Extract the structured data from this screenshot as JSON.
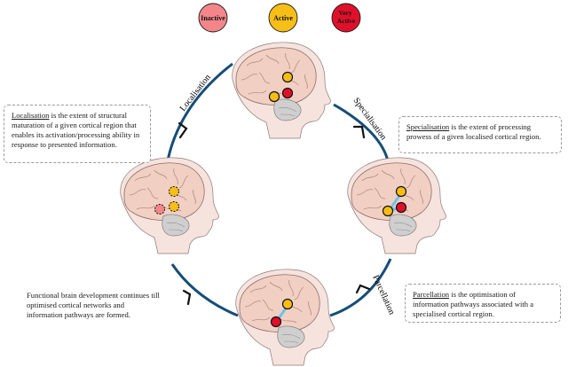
{
  "legend": [
    {
      "label": "Inactive",
      "color": "#f4868a"
    },
    {
      "label": "Active",
      "color": "#f6be17"
    },
    {
      "label": "Very Active",
      "color": "#e0102a"
    }
  ],
  "cycle": {
    "stages": {
      "localisation": "Localisation",
      "specialisation": "Specialisation",
      "parcellation": "Parcellation"
    }
  },
  "boxes": {
    "localisation": {
      "term": "Localisation",
      "text": " is the extent of structural maturation of a given cortical region that enables its activation/processing ability in response to presented information."
    },
    "specialisation": {
      "term": "Specialisation",
      "text": " is the extent of processing prowess of a given localised cortical region."
    },
    "parcellation": {
      "term": "Parcellation",
      "text": " is the optimisation of information pathways associated with a specialised cortical region."
    },
    "development": {
      "text": "Functional brain development continues till optimised cortical networks and information pathways are formed."
    }
  },
  "colors": {
    "arc": "#164d78",
    "arrow": "#111111",
    "pathway": "#69c3ef",
    "skin": "#f7e3de",
    "brain": "#f1cfc3",
    "cerebellum": "#cfcfcf"
  }
}
